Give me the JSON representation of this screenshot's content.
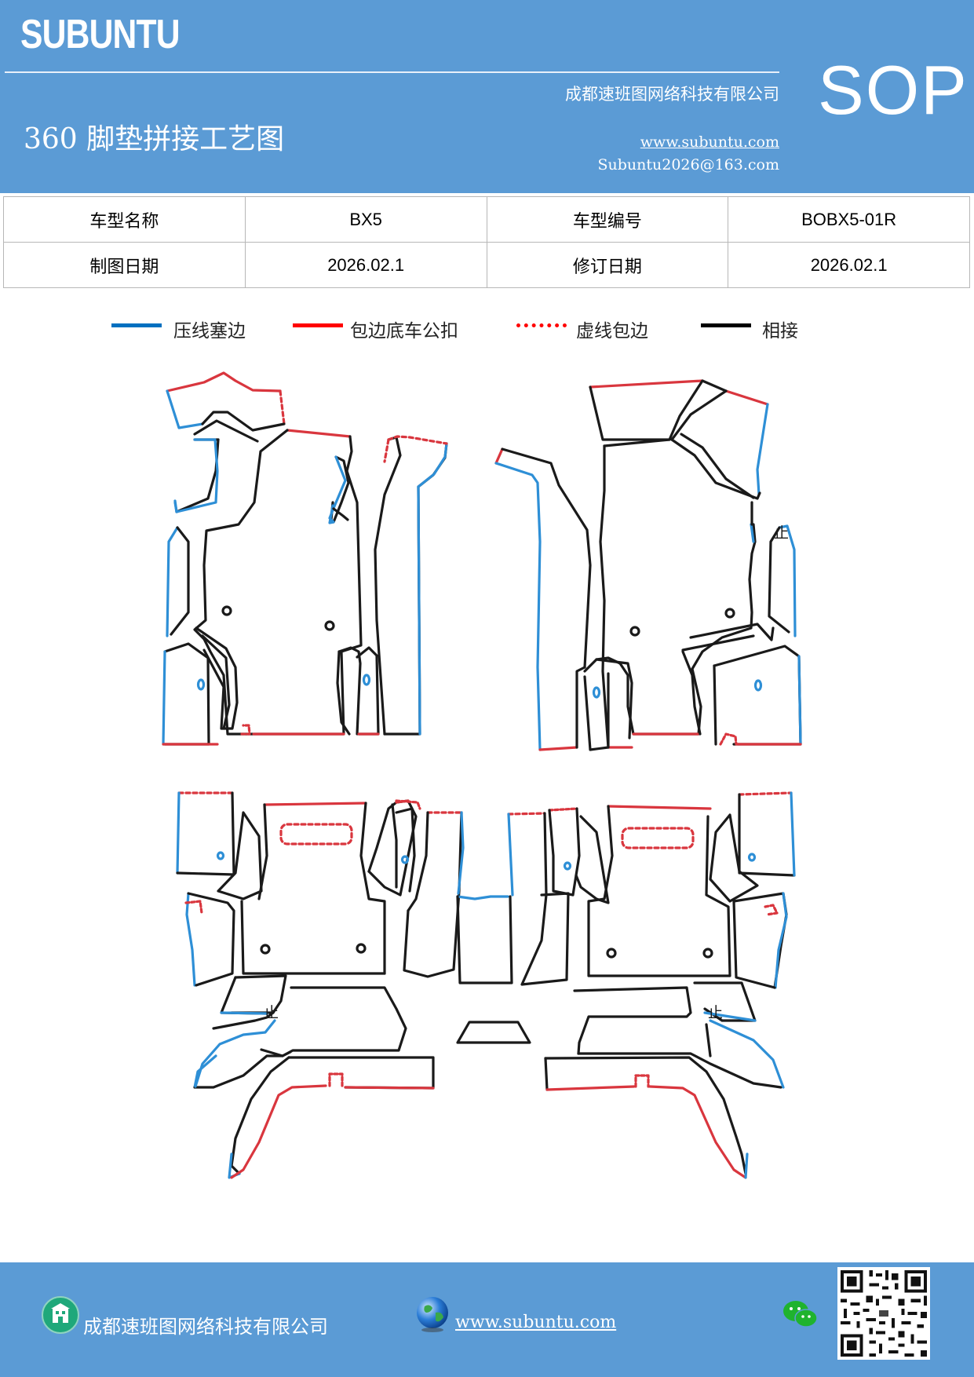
{
  "header": {
    "brand": "SUBUNTU",
    "company": "成都速班图网络科技有限公司",
    "title": "360 脚垫拼接工艺图",
    "url": "www.subuntu.com",
    "email": "Subuntu2026@163.com",
    "badge": "SOP"
  },
  "info": {
    "model_name_label": "车型名称",
    "model_name": "BX5",
    "model_code_label": "车型编号",
    "model_code": "BOBX5-01R",
    "draw_date_label": "制图日期",
    "draw_date": "2026.02.1",
    "revise_date_label": "修订日期",
    "revise_date": "2026.02.1"
  },
  "legend": [
    {
      "label": "压线塞边",
      "color": "#0070c0",
      "style": "solid"
    },
    {
      "label": "包边底车公扣",
      "color": "#ff0000",
      "style": "solid"
    },
    {
      "label": "虚线包边",
      "color": "#ff0000",
      "style": "dotted"
    },
    {
      "label": "相接",
      "color": "#000000",
      "style": "solid"
    }
  ],
  "diagram": {
    "stop_mark": "止",
    "colors": {
      "blue": "#2e8fd6",
      "red": "#d9363e",
      "black": "#1a1a1a"
    }
  },
  "footer": {
    "company": "成都速班图网络科技有限公司",
    "url": "www.subuntu.com"
  }
}
